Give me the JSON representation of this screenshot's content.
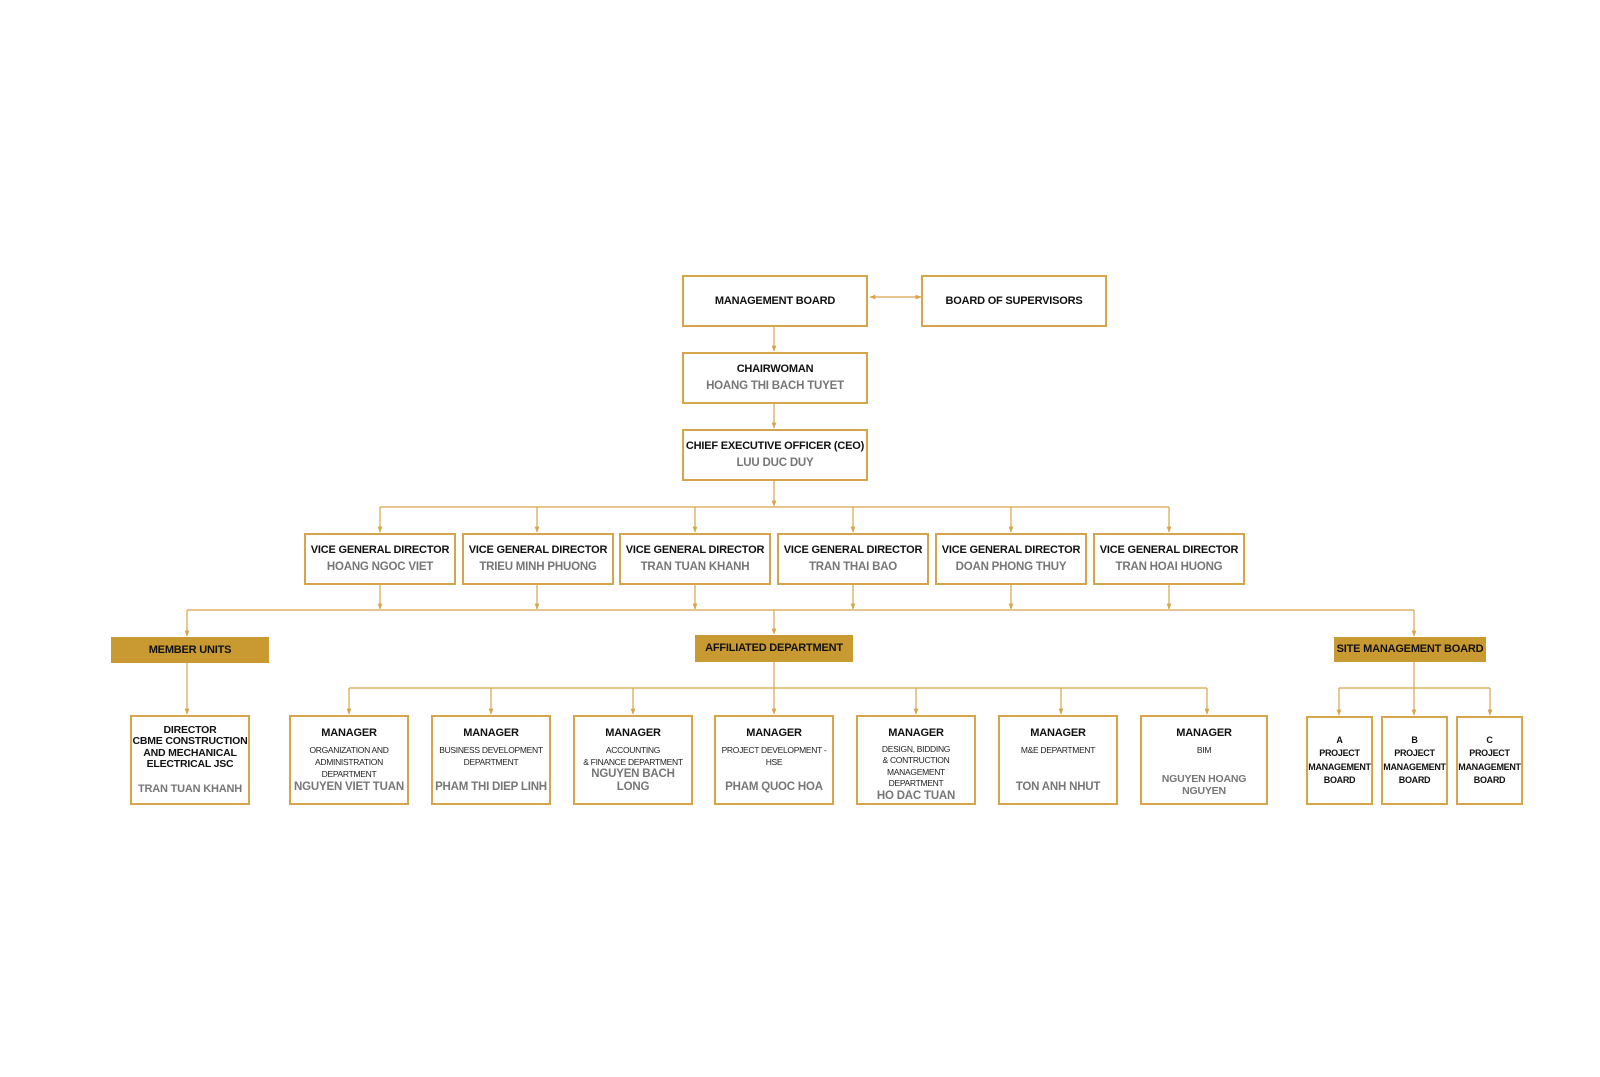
{
  "colors": {
    "border": "#d6a54b",
    "fill": "#c99a32",
    "name_text": "#777777"
  },
  "management_board": "MANAGEMENT BOARD",
  "board_of_supervisors": "BOARD OF SUPERVISORS",
  "chairwoman": {
    "title": "CHAIRWOMAN",
    "name": "HOANG THI BACH TUYET"
  },
  "ceo": {
    "title": "CHIEF EXECUTIVE OFFICER (CEO)",
    "name": "LUU DUC DUY"
  },
  "vice_directors": [
    {
      "title": "VICE GENERAL DIRECTOR",
      "name": "HOANG NGOC VIET"
    },
    {
      "title": "VICE GENERAL DIRECTOR",
      "name": "TRIEU MINH PHUONG"
    },
    {
      "title": "VICE GENERAL DIRECTOR",
      "name": "TRAN TUAN KHANH"
    },
    {
      "title": "VICE GENERAL DIRECTOR",
      "name": "TRAN THAI BAO"
    },
    {
      "title": "VICE GENERAL DIRECTOR",
      "name": "DOAN PHONG THUY"
    },
    {
      "title": "VICE GENERAL DIRECTOR",
      "name": "TRAN HOAI HUONG"
    }
  ],
  "categories": {
    "member_units": "MEMBER UNITS",
    "affiliated_department": "AFFILIATED DEPARTMENT",
    "site_management_board": "SITE MANAGEMENT BOARD"
  },
  "member_director": {
    "title_1": "DIRECTOR",
    "title_2": "CBME CONSTRUCTION",
    "title_3": "AND MECHANICAL",
    "title_4": "ELECTRICAL JSC",
    "name": "TRAN TUAN KHANH"
  },
  "managers": [
    {
      "title": "MANAGER",
      "dept_1": "ORGANIZATION AND",
      "dept_2": "ADMINISTRATION DEPARTMENT",
      "dept_3": "",
      "name_1": "NGUYEN VIET TUAN",
      "name_2": ""
    },
    {
      "title": "MANAGER",
      "dept_1": "BUSINESS DEVELOPMENT",
      "dept_2": "DEPARTMENT",
      "dept_3": "",
      "name_1": "PHAM THI DIEP LINH",
      "name_2": ""
    },
    {
      "title": "MANAGER",
      "dept_1": "ACCOUNTING",
      "dept_2": "& FINANCE DEPARTMENT",
      "dept_3": "",
      "name_1": "NGUYEN BACH LONG",
      "name_2": ""
    },
    {
      "title": "MANAGER",
      "dept_1": "PROJECT DEVELOPMENT - HSE",
      "dept_2": "",
      "dept_3": "",
      "name_1": "PHAM QUOC HOA",
      "name_2": ""
    },
    {
      "title": "MANAGER",
      "dept_1": "DESIGN, BIDDING",
      "dept_2": "& CONTRUCTION MANAGEMENT",
      "dept_3": "DEPARTMENT",
      "name_1": "HO DAC TUAN",
      "name_2": ""
    },
    {
      "title": "MANAGER",
      "dept_1": "M&E DEPARTMENT",
      "dept_2": "",
      "dept_3": "",
      "name_1": "TON ANH NHUT",
      "name_2": ""
    },
    {
      "title": "MANAGER",
      "dept_1": "BIM",
      "dept_2": "",
      "dept_3": "",
      "name_1": "NGUYEN HOANG",
      "name_2": "NGUYEN"
    }
  ],
  "project_boards": [
    {
      "letter": "A",
      "line_1": "PROJECT",
      "line_2": "MANAGEMENT",
      "line_3": "BOARD"
    },
    {
      "letter": "B",
      "line_1": "PROJECT",
      "line_2": "MANAGEMENT",
      "line_3": "BOARD"
    },
    {
      "letter": "C",
      "line_1": "PROJECT",
      "line_2": "MANAGEMENT",
      "line_3": "BOARD"
    }
  ]
}
